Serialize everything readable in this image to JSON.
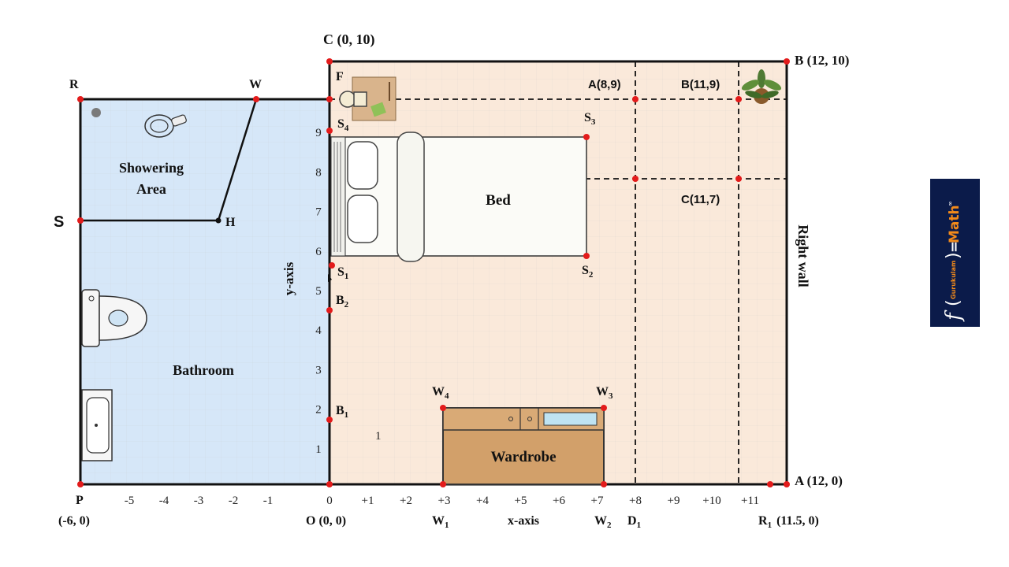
{
  "rooms": {
    "bathroom_label": "Bathroom",
    "shower_label_1": "Showering",
    "shower_label_2": "Area",
    "bed_label": "Bed",
    "wardrobe_label": "Wardrobe",
    "right_wall_label": "Right wall"
  },
  "axes": {
    "x_label": "x-axis",
    "y_label": "y-axis",
    "x_ticks_neg": [
      "-5",
      "-4",
      "-3",
      "-2",
      "-1"
    ],
    "x_ticks_pos": [
      "0",
      "+1",
      "+2",
      "+3",
      "+4",
      "+5",
      "+6",
      "+7",
      "+8",
      "+9",
      "+10",
      "+11"
    ],
    "y_ticks": [
      "1",
      "2",
      "3",
      "4",
      "5",
      "6",
      "7",
      "8",
      "9"
    ],
    "stray_one": "1"
  },
  "points": {
    "C": "C (0, 10)",
    "B_corner": "B (12, 10)",
    "A_corner": "A (12, 0)",
    "O": "O (0, 0)",
    "P": "P",
    "P_coord": "(-6, 0)",
    "R": "R",
    "W": "W",
    "S": "S",
    "H": "H",
    "F": "F",
    "A_inner": "A(8,9)",
    "B_inner": "B(11,9)",
    "C_inner": "C(11,7)",
    "S1": "S",
    "S1_sub": "1",
    "S2": "S",
    "S2_sub": "2",
    "S3": "S",
    "S3_sub": "3",
    "S4": "S",
    "S4_sub": "4",
    "B1": "B",
    "B1_sub": "1",
    "B2": "B",
    "B2_sub": "2",
    "W1": "W",
    "W1_sub": "1",
    "W2": "W",
    "W2_sub": "2",
    "W3": "W",
    "W3_sub": "3",
    "W4": "W",
    "W4_sub": "4",
    "D1": "D",
    "D1_sub": "1",
    "R1": "R",
    "R1_sub": "1",
    "R1_coord": "(11.5, 0)"
  },
  "badge": {
    "f": "f",
    "gurukulam": "Gurukulam",
    "equals": "=",
    "math": "Math",
    "inf": "∞"
  },
  "colors": {
    "bathroom": "#d6e7f8",
    "bedroom": "#fae9da",
    "wardrobe": "#d2a06a",
    "points": "#e31b1b",
    "badge_bg": "#0b1b4a",
    "badge_accent": "#f28a1a"
  }
}
